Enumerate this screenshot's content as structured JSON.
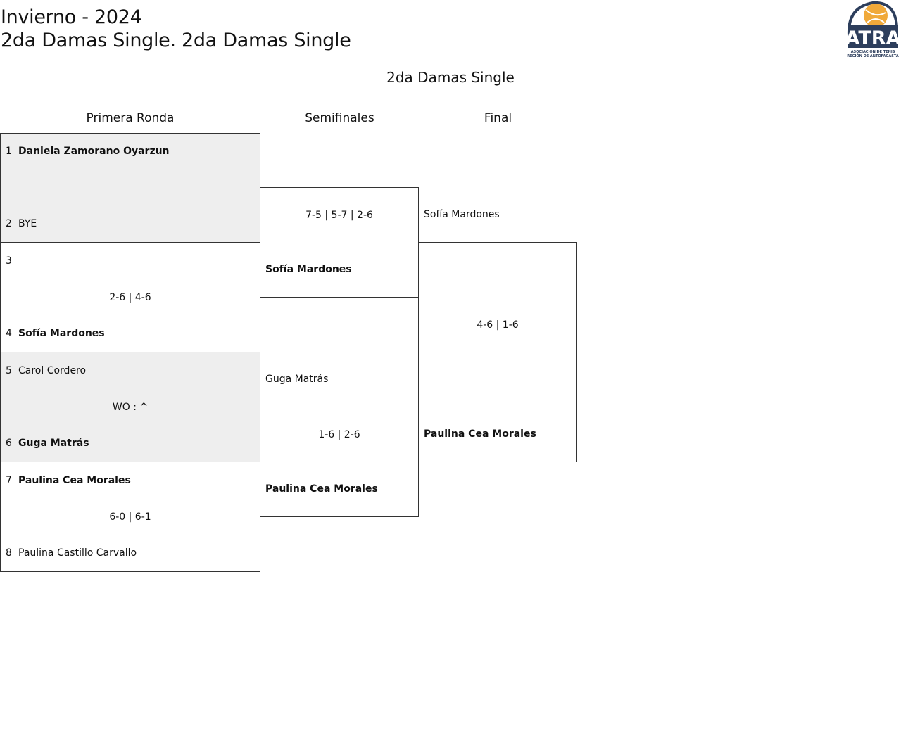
{
  "header": {
    "title_line1": "Invierno - 2024",
    "title_line2": "2da Damas Single. 2da Damas Single"
  },
  "logo": {
    "text": "ATRA",
    "subtitle": "ASOCIACIÓN DE TENIS REGIÓN DE ANTOFAGASTA",
    "color_dark": "#2d3e5c",
    "color_accent": "#f0a93a"
  },
  "bracket": {
    "title": "2da Damas Single",
    "rounds": [
      "Primera Ronda",
      "Semifinales",
      "Final"
    ],
    "first_round": [
      {
        "seed_a": "1",
        "player_a": "Daniela Zamorano Oyarzun",
        "seed_b": "2",
        "player_b": "BYE",
        "score": ""
      },
      {
        "seed_a": "3",
        "player_a": "",
        "seed_b": "4",
        "player_b": "Sofía Mardones",
        "score": "2-6 | 4-6"
      },
      {
        "seed_a": "5",
        "player_a": "Carol Cordero",
        "seed_b": "6",
        "player_b": "Guga Matrás",
        "score": "WO : ^"
      },
      {
        "seed_a": "7",
        "player_a": "Paulina Cea Morales",
        "seed_b": "8",
        "player_b": "Paulina Castillo Carvallo",
        "score": "6-0 | 6-1"
      }
    ],
    "semifinals": [
      {
        "player_a": "",
        "player_b": "Sofía Mardones",
        "score": "7-5 | 5-7 | 2-6"
      },
      {
        "player_a": "Guga Matrás",
        "player_b": "Paulina Cea Morales",
        "score": "1-6 | 2-6"
      }
    ],
    "final": {
      "player_a": "Sofía Mardones",
      "player_b": "Paulina Cea Morales",
      "score": "4-6 | 1-6"
    }
  }
}
